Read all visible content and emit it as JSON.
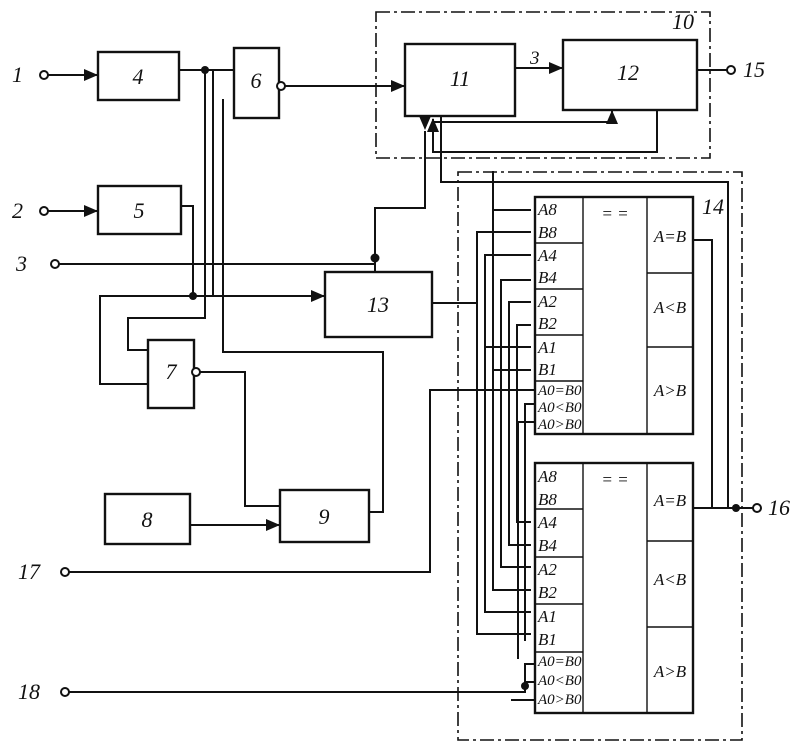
{
  "terminals": {
    "t1": "1",
    "t2": "2",
    "t3": "3",
    "t17": "17",
    "t18": "18",
    "t15": "15",
    "t16": "16"
  },
  "blocks": {
    "b4": "4",
    "b5": "5",
    "b6": "6",
    "b7": "7",
    "b8": "8",
    "b9": "9",
    "b10": "10",
    "b11": "11",
    "b12": "12",
    "b13": "13",
    "b14": "14"
  },
  "wire_labels": {
    "bus_3": "3"
  },
  "comparator_top": {
    "pins": [
      "A8",
      "B8",
      "A4",
      "B4",
      "A2",
      "B2",
      "A1",
      "B1",
      "A0=B0",
      "A0<B0",
      "A0>B0"
    ],
    "function": "= =",
    "outputs": [
      "A=B",
      "A<B",
      "A>B"
    ]
  },
  "comparator_bottom": {
    "pins": [
      "A8",
      "B8",
      "A4",
      "B4",
      "A2",
      "B2",
      "A1",
      "B1",
      "A0=B0",
      "A0<B0",
      "A0>B0"
    ],
    "function": "= =",
    "outputs": [
      "A=B",
      "A<B",
      "A>B"
    ]
  }
}
